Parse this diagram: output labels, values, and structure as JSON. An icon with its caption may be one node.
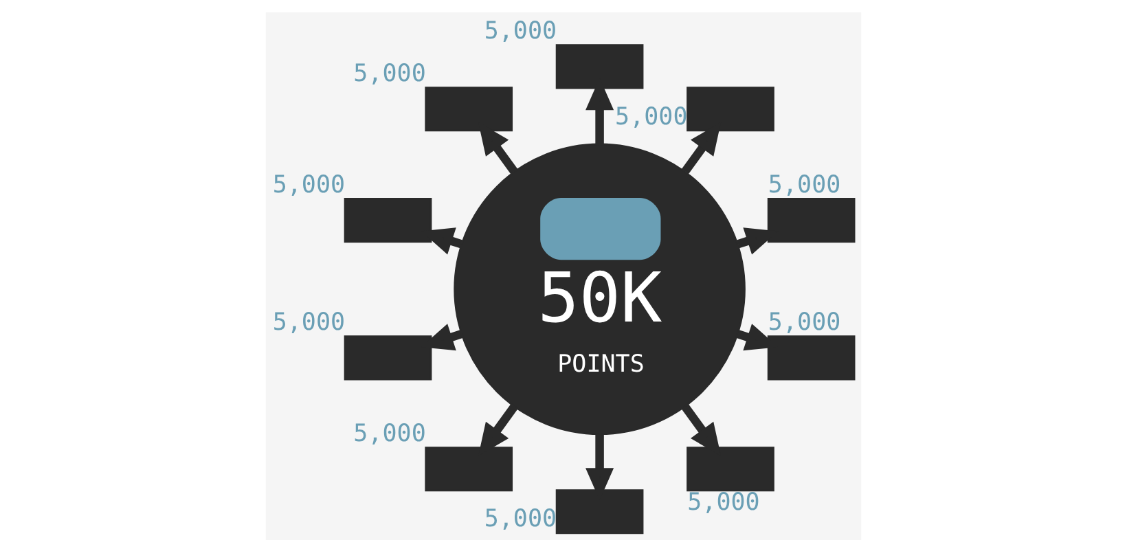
{
  "diagram": {
    "nodes": [
      {
        "text": [
          "50K",
          "POINTS"
        ]
      },
      {
        "text": [],
        "shape": "box",
        "beside": [
          "5,000"
        ]
      },
      {
        "text": [],
        "shape": "box",
        "beside": [
          "5,000"
        ]
      },
      {
        "text": [],
        "shape": "box",
        "beside": [
          "5,000"
        ]
      },
      {
        "text": [],
        "shape": "box",
        "beside": [
          "5,000"
        ]
      },
      {
        "text": [],
        "shape": "box",
        "beside": [
          "5,000"
        ]
      },
      {
        "text": [],
        "shape": "box",
        "beside": [
          "5,000"
        ]
      },
      {
        "text": [],
        "shape": "box",
        "beside": [
          "5,000"
        ]
      },
      {
        "text": [],
        "shape": "box",
        "beside": [
          "5,000"
        ]
      },
      {
        "text": [],
        "shape": "box",
        "beside": [
          "5,000"
        ]
      },
      {
        "text": [],
        "shape": "box",
        "beside": [
          "5,000"
        ]
      }
    ],
    "edges": [
      {
        "from": 0,
        "to": 1,
        "arrow": "to"
      },
      {
        "from": 0,
        "to": 2,
        "arrow": "to"
      },
      {
        "from": 0,
        "to": 3,
        "arrow": "to"
      },
      {
        "from": 0,
        "to": 4,
        "arrow": "to"
      },
      {
        "from": 0,
        "to": 5,
        "arrow": "to"
      },
      {
        "from": 0,
        "to": 6,
        "arrow": "to"
      },
      {
        "from": 0,
        "to": 7,
        "arrow": "to"
      },
      {
        "from": 0,
        "to": 8,
        "arrow": "to"
      },
      {
        "from": 0,
        "to": 9,
        "arrow": "to"
      },
      {
        "from": 0,
        "to": 10,
        "arrow": "to"
      }
    ]
  }
}
